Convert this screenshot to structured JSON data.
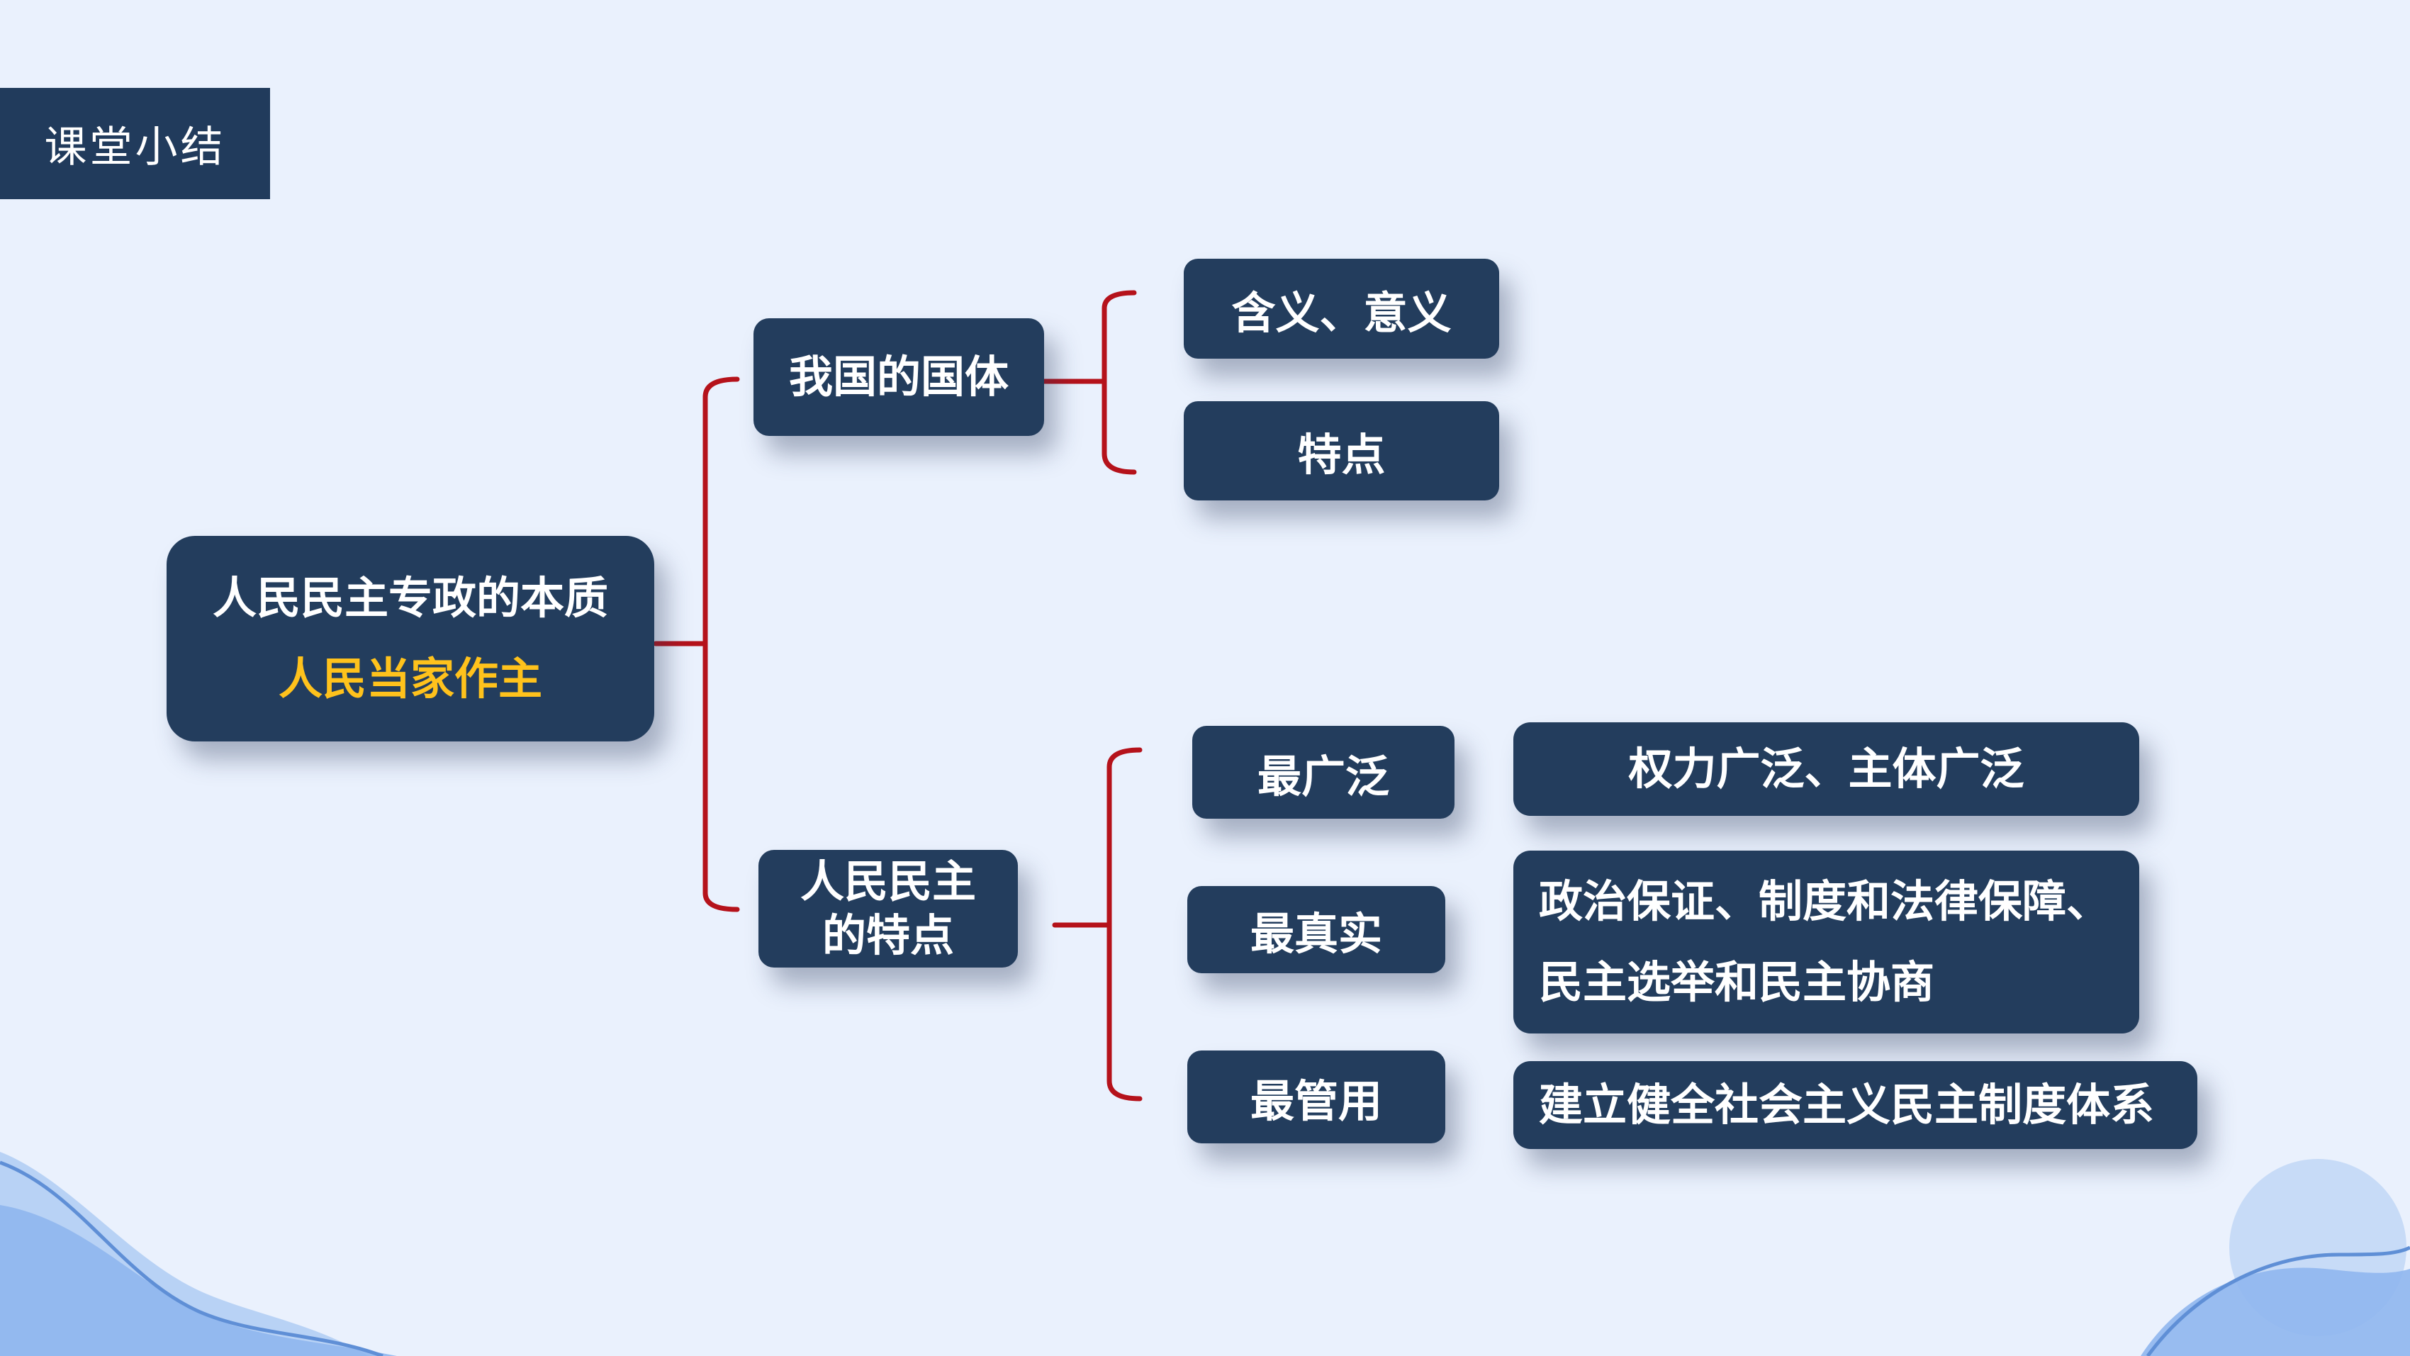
{
  "header": {
    "title": "课堂小结"
  },
  "root": {
    "line1": "人民民主专政的本质",
    "line2": "人民当家作主"
  },
  "branch_guoti": {
    "label": "我国的国体",
    "children": [
      "含义、意义",
      "特点"
    ]
  },
  "branch_tedian": {
    "label_line1": "人民民主",
    "label_line2": "的特点",
    "items": [
      {
        "label": "最广泛",
        "detail_line1": "权力广泛、主体广泛",
        "detail_line2": ""
      },
      {
        "label": "最真实",
        "detail_line1": "政治保证、制度和法律保障、",
        "detail_line2": "民主选举和民主协商"
      },
      {
        "label": "最管用",
        "detail_line1": "建立健全社会主义民主制度体系",
        "detail_line2": ""
      }
    ]
  },
  "colors": {
    "node_fill": "#233d5d",
    "connector": "#b5121b",
    "accent_text": "#ffc21c",
    "background": "#eaf1fd",
    "wave": "#a9c7f2"
  }
}
